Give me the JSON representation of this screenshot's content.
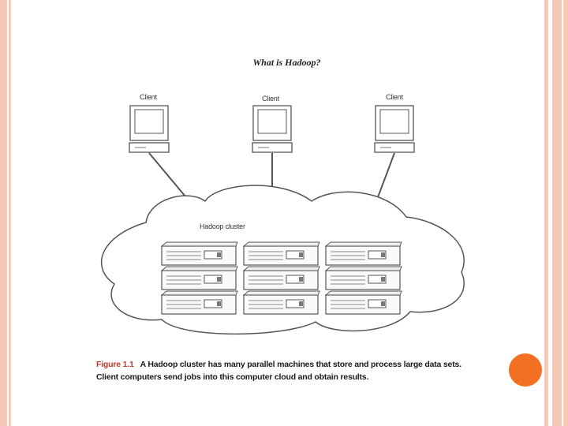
{
  "figure": {
    "title": "What is Hadoop?",
    "clients": [
      {
        "label": "Client"
      },
      {
        "label": "Client"
      },
      {
        "label": "Client"
      }
    ],
    "cluster_label": "Hadoop cluster",
    "server_rack": {
      "rows": 3,
      "columns": 3
    },
    "caption": {
      "figure_number": "Figure 1.1",
      "text": "A Hadoop cluster has many parallel machines that store and process large data sets. Client computers send jobs into this computer cloud and obtain results."
    }
  },
  "colors": {
    "frame": "#f6c8b6",
    "accent": "#f36f21",
    "caption_number": "#c0392b"
  }
}
